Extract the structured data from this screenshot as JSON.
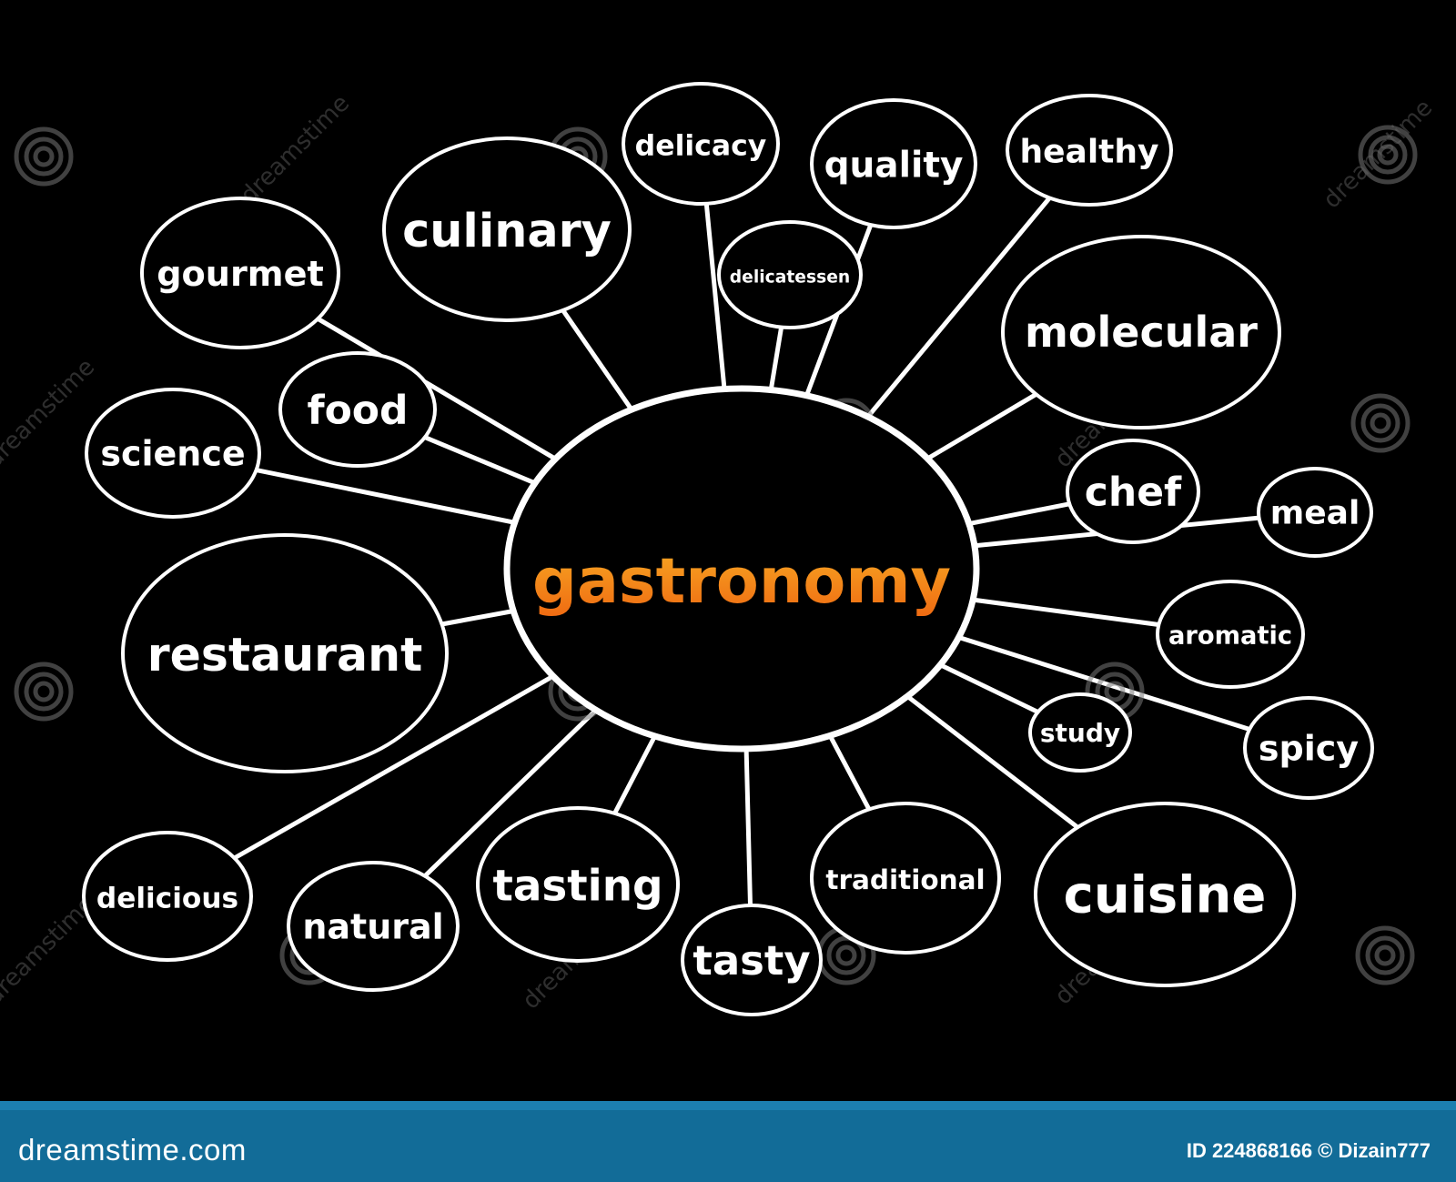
{
  "diagram": {
    "central": {
      "label": "gastronomy",
      "color_top": "#f7a823",
      "color_bottom": "#ef6a12"
    },
    "nodes": [
      {
        "key": "delicacy",
        "label": "delicacy"
      },
      {
        "key": "quality",
        "label": "quality"
      },
      {
        "key": "healthy",
        "label": "healthy"
      },
      {
        "key": "culinary",
        "label": "culinary"
      },
      {
        "key": "gourmet",
        "label": "gourmet"
      },
      {
        "key": "delicatessen",
        "label": "delicatessen"
      },
      {
        "key": "molecular",
        "label": "molecular"
      },
      {
        "key": "food",
        "label": "food"
      },
      {
        "key": "science",
        "label": "science"
      },
      {
        "key": "chef",
        "label": "chef"
      },
      {
        "key": "meal",
        "label": "meal"
      },
      {
        "key": "restaurant",
        "label": "restaurant"
      },
      {
        "key": "aromatic",
        "label": "aromatic"
      },
      {
        "key": "study",
        "label": "study"
      },
      {
        "key": "spicy",
        "label": "spicy"
      },
      {
        "key": "delicious",
        "label": "delicious"
      },
      {
        "key": "natural",
        "label": "natural"
      },
      {
        "key": "tasting",
        "label": "tasting"
      },
      {
        "key": "tasty",
        "label": "tasty"
      },
      {
        "key": "traditional",
        "label": "traditional"
      },
      {
        "key": "cuisine",
        "label": "cuisine"
      }
    ],
    "colors": {
      "background": "#000000",
      "outline": "#ffffff"
    }
  },
  "watermark": {
    "text": "dreamstime"
  },
  "footer": {
    "logo": "dreamstime.com",
    "id_text": "ID 224868166 © Dizain777",
    "bar_color": "#126c98"
  }
}
